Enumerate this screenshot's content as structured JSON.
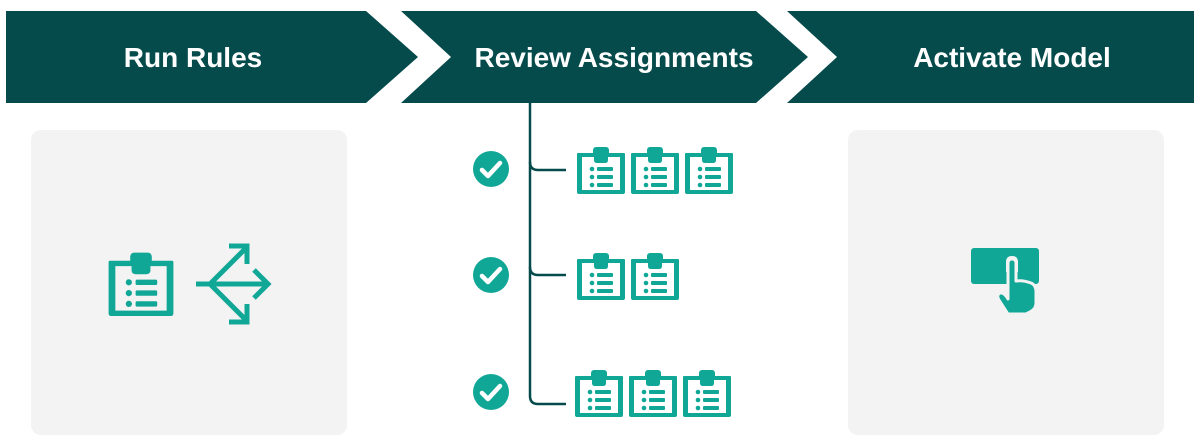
{
  "steps": [
    {
      "label": "Run Rules"
    },
    {
      "label": "Review Assignments"
    },
    {
      "label": "Activate Model"
    }
  ],
  "review_groups": [
    {
      "status": "check-icon",
      "items": 3
    },
    {
      "status": "check-icon",
      "items": 2
    },
    {
      "status": "check-icon",
      "items": 3
    }
  ],
  "icons": {
    "run_rules": [
      "clipboard-list-icon",
      "split-arrows-icon"
    ],
    "review": "clipboard-list-icon",
    "activate": "touch-button-icon"
  },
  "colors": {
    "banner": "#064b4b",
    "accent": "#11a797",
    "panel": "#f3f3f3",
    "background": "#ffffff"
  }
}
